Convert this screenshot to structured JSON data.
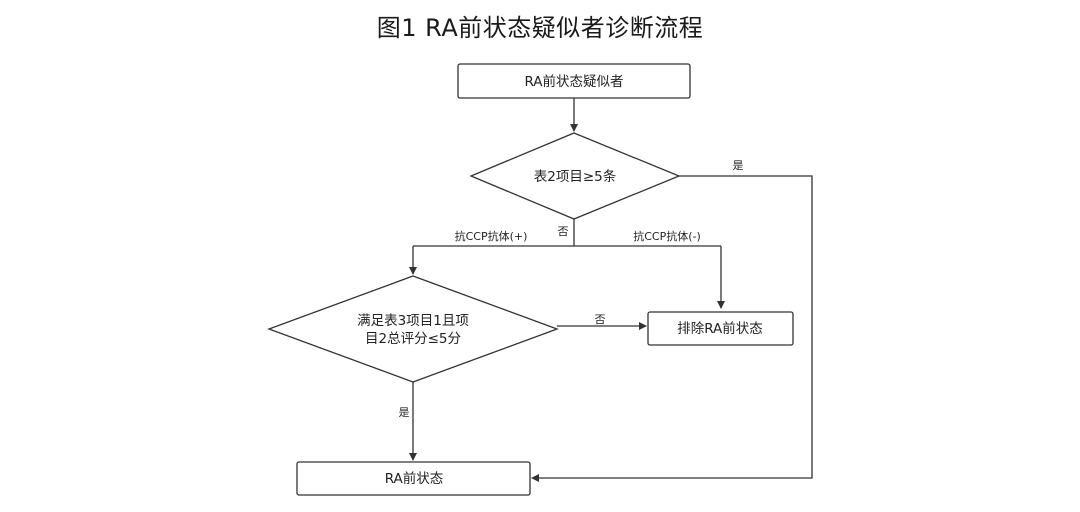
{
  "title": "图1  RA前状态疑似者诊断流程",
  "nodes": {
    "start": "RA前状态疑似者",
    "decision1": "表2项目≥5条",
    "decision2_line1": "满足表3项目1且项",
    "decision2_line2": "目2总评分≤5分",
    "exclude": "排除RA前状态",
    "result": "RA前状态"
  },
  "edges": {
    "d1_yes": "是",
    "d1_no": "否",
    "ccp_pos": "抗CCP抗体(+)",
    "ccp_neg": "抗CCP抗体(-)",
    "d2_no": "否",
    "d2_yes": "是"
  },
  "colors": {
    "line": "#333333",
    "fill": "#ffffff"
  }
}
